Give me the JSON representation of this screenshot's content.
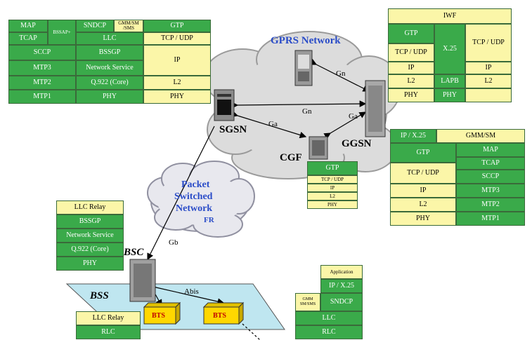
{
  "labels": {
    "gprs_network": "GPRS Network",
    "gn_top": "Gn",
    "gn_mid": "Gn",
    "ga_left": "Ga",
    "ga_right": "Ga",
    "sgsn": "SGSN",
    "ggsn": "GGSN",
    "cgf": "CGF",
    "psn_line1": "Packet",
    "psn_line2": "Switched",
    "psn_line3": "Network",
    "psn_fr": "FR",
    "gb": "Gb",
    "bsc": "BSC",
    "bss": "BSS",
    "abis": "Abis",
    "bts1": "BTS",
    "bts2": "BTS"
  },
  "sgsn_stack": {
    "map": "MAP",
    "tcap": "TCAP",
    "bssap": "BSSAP+",
    "sndcp": "SNDCP",
    "gmmsm": "GMM/SM /SMS",
    "gtp": "GTP",
    "llc": "LLC",
    "tcpudp": "TCP / UDP",
    "sccp": "SCCP",
    "bssgp": "BSSGP",
    "ip": "IP",
    "mtp3": "MTP3",
    "network_service": "Network Service",
    "mtp2": "MTP2",
    "q922": "Q.922 (Core)",
    "l2": "L2",
    "mtp1": "MTP1",
    "phy_mid": "PHY",
    "phy_right": "PHY"
  },
  "iwf_stack": {
    "iwf": "IWF",
    "gtp": "GTP",
    "x25": "X.25",
    "tcpudp_left": "TCP / UDP",
    "tcpudp_right": "TCP / UDP",
    "ip_left": "IP",
    "ip_right": "IP",
    "l2_left": "L2",
    "lapb": "LAPB",
    "l2_right": "L2",
    "phy_left": "PHY",
    "phy_mid": "PHY"
  },
  "ggsn_stack": {
    "ipx25": "IP / X.25",
    "gmmsm": "GMM/SM",
    "gtp": "GTP",
    "map": "MAP",
    "tcap": "TCAP",
    "tcpudp": "TCP / UDP",
    "sccp": "SCCP",
    "ip": "IP",
    "mtp3": "MTP3",
    "l2": "L2",
    "mtp2": "MTP2",
    "phy": "PHY",
    "mtp1": "MTP1"
  },
  "cgf_stack": [
    "GTP",
    "TCP / UDP",
    "IP",
    "L2",
    "PHY"
  ],
  "bsc_stack": [
    "LLC Relay",
    "BSSGP",
    "Network Service",
    "Q.922 (Core)",
    "PHY"
  ],
  "bss_stack": [
    "LLC Relay",
    "RLC"
  ],
  "ms_stack": {
    "application": "Application",
    "ipx25": "IP / X.25",
    "gsm_sms": "GMM SM/SMS",
    "sndcp": "SNDCP",
    "llc": "LLC",
    "rlc": "RLC"
  }
}
